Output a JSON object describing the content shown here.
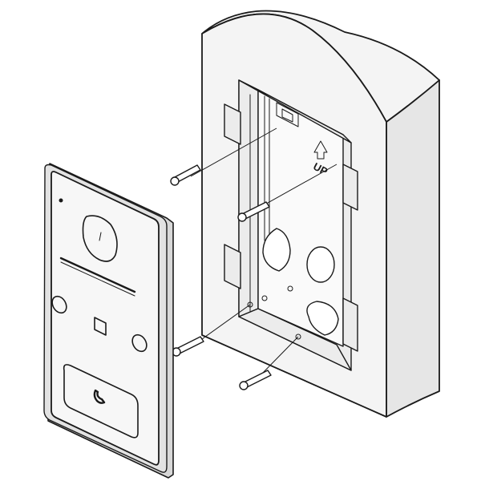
{
  "diagram": {
    "box_marking": "UP",
    "parts": [
      "wall",
      "flush-mount-box",
      "door-station-panel",
      "screw-top-left",
      "screw-bottom-left",
      "screw-mid-right",
      "screw-bottom-right"
    ],
    "icons": [
      "camera-lens-icon",
      "card-reader-icon",
      "phone-handset-icon",
      "up-arrow-icon"
    ],
    "colors": {
      "line": "#1a1a1a",
      "background": "#ffffff"
    }
  }
}
